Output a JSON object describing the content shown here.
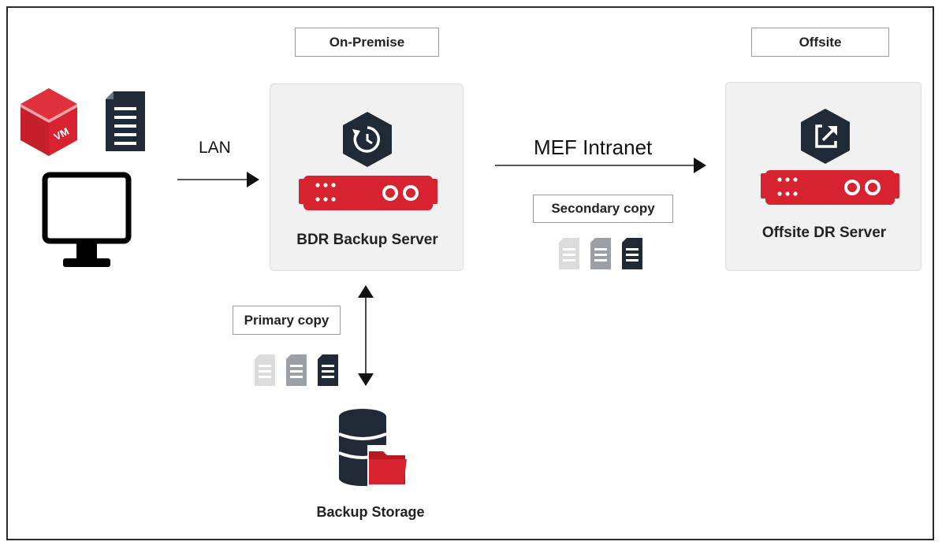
{
  "labels": {
    "on_premise": "On-Premise",
    "offsite": "Offsite",
    "lan": "LAN",
    "mef_intranet": "MEF Intranet",
    "secondary_copy": "Secondary copy",
    "primary_copy": "Primary copy"
  },
  "nodes": {
    "bdr_server": "BDR Backup Server",
    "offsite_server": "Offsite DR Server",
    "backup_storage": "Backup Storage",
    "vm_cube_text": "VM"
  },
  "icons": {
    "vm": "vm-cube-icon",
    "document": "document-icon",
    "monitor": "monitor-icon",
    "backup": "backup-restore-icon",
    "export": "export-icon",
    "server": "server-rack-icon",
    "storage": "database-folder-icon",
    "copies": "document-copies-icon"
  },
  "colors": {
    "accent_red": "#d7232f",
    "dark_navy": "#1f2a36",
    "panel_bg": "#f1f1f1"
  }
}
